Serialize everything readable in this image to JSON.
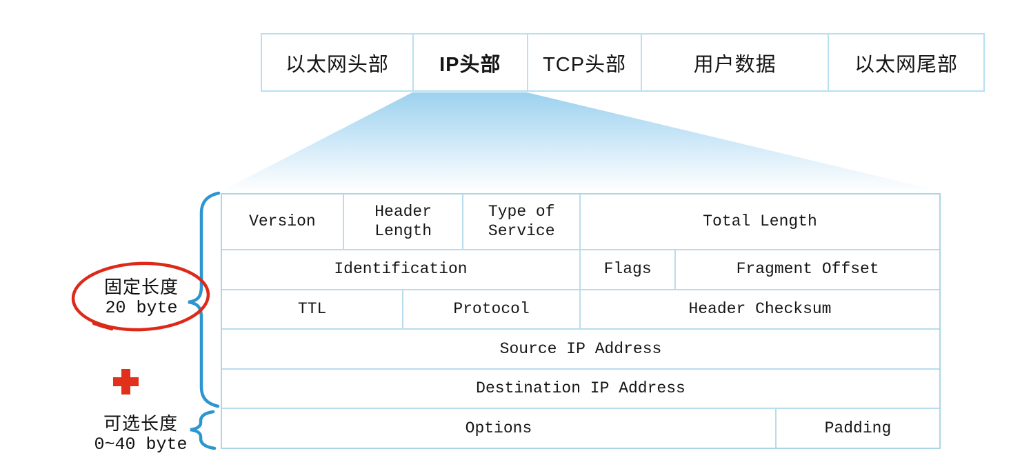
{
  "frame_row": {
    "cells": [
      {
        "label": "以太网头部"
      },
      {
        "label": "IP头部"
      },
      {
        "label": "TCP头部"
      },
      {
        "label": "用户数据"
      },
      {
        "label": "以太网尾部"
      }
    ]
  },
  "ip_header": {
    "version": "Version",
    "header_length": "Header Length",
    "type_of_service": "Type of Service",
    "total_length": "Total Length",
    "identification": "Identification",
    "flags": "Flags",
    "fragment_offset": "Fragment Offset",
    "ttl": "TTL",
    "protocol": "Protocol",
    "header_checksum": "Header Checksum",
    "source_ip": "Source IP Address",
    "destination_ip": "Destination IP Address",
    "options": "Options",
    "padding": "Padding"
  },
  "annotations": {
    "fixed_length_label": "固定长度",
    "fixed_length_value": "20 byte",
    "optional_length_label": "可选长度",
    "optional_length_value": "0~40 byte"
  },
  "colors": {
    "table_border": "#abd6e9",
    "brace_blue": "#2d96cf",
    "annotation_red": "#dd2a18",
    "funnel_top": "#9cd1ee",
    "funnel_bottom": "#fdfeff",
    "text": "#141414"
  }
}
